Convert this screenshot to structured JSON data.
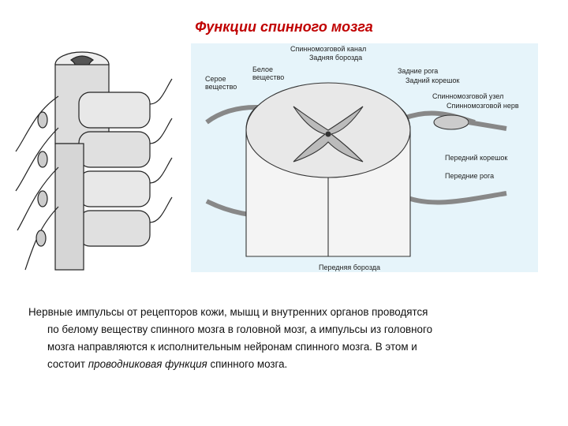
{
  "title": "Функции спинного мозга",
  "diagram_labels": {
    "canal": "Спинномозговой канал",
    "posterior_sulcus": "Задняя борозда",
    "white_matter": "Белое вещество",
    "gray_matter": "Серое вещество",
    "posterior_horns": "Задние рога",
    "posterior_root": "Задний корешок",
    "spinal_ganglion": "Спинномозговой узел",
    "spinal_nerve": "Спинномозговой нерв",
    "anterior_root": "Передний корешок",
    "anterior_horns": "Передние рога",
    "anterior_sulcus": "Передняя борозда"
  },
  "paragraph": {
    "line1": "Нервные импульсы от рецепторов кожи, мышц и внутренних органов проводятся",
    "line2": "по белому веществу спинного мозга в головной мозг, а импульсы из головного",
    "line3": "мозга направляются к исполнительным нейронам спинного мозга. В этом и",
    "line4_prefix": "состоит ",
    "line4_em": "проводниковая функция",
    "line4_suffix": " спинного мозга."
  }
}
